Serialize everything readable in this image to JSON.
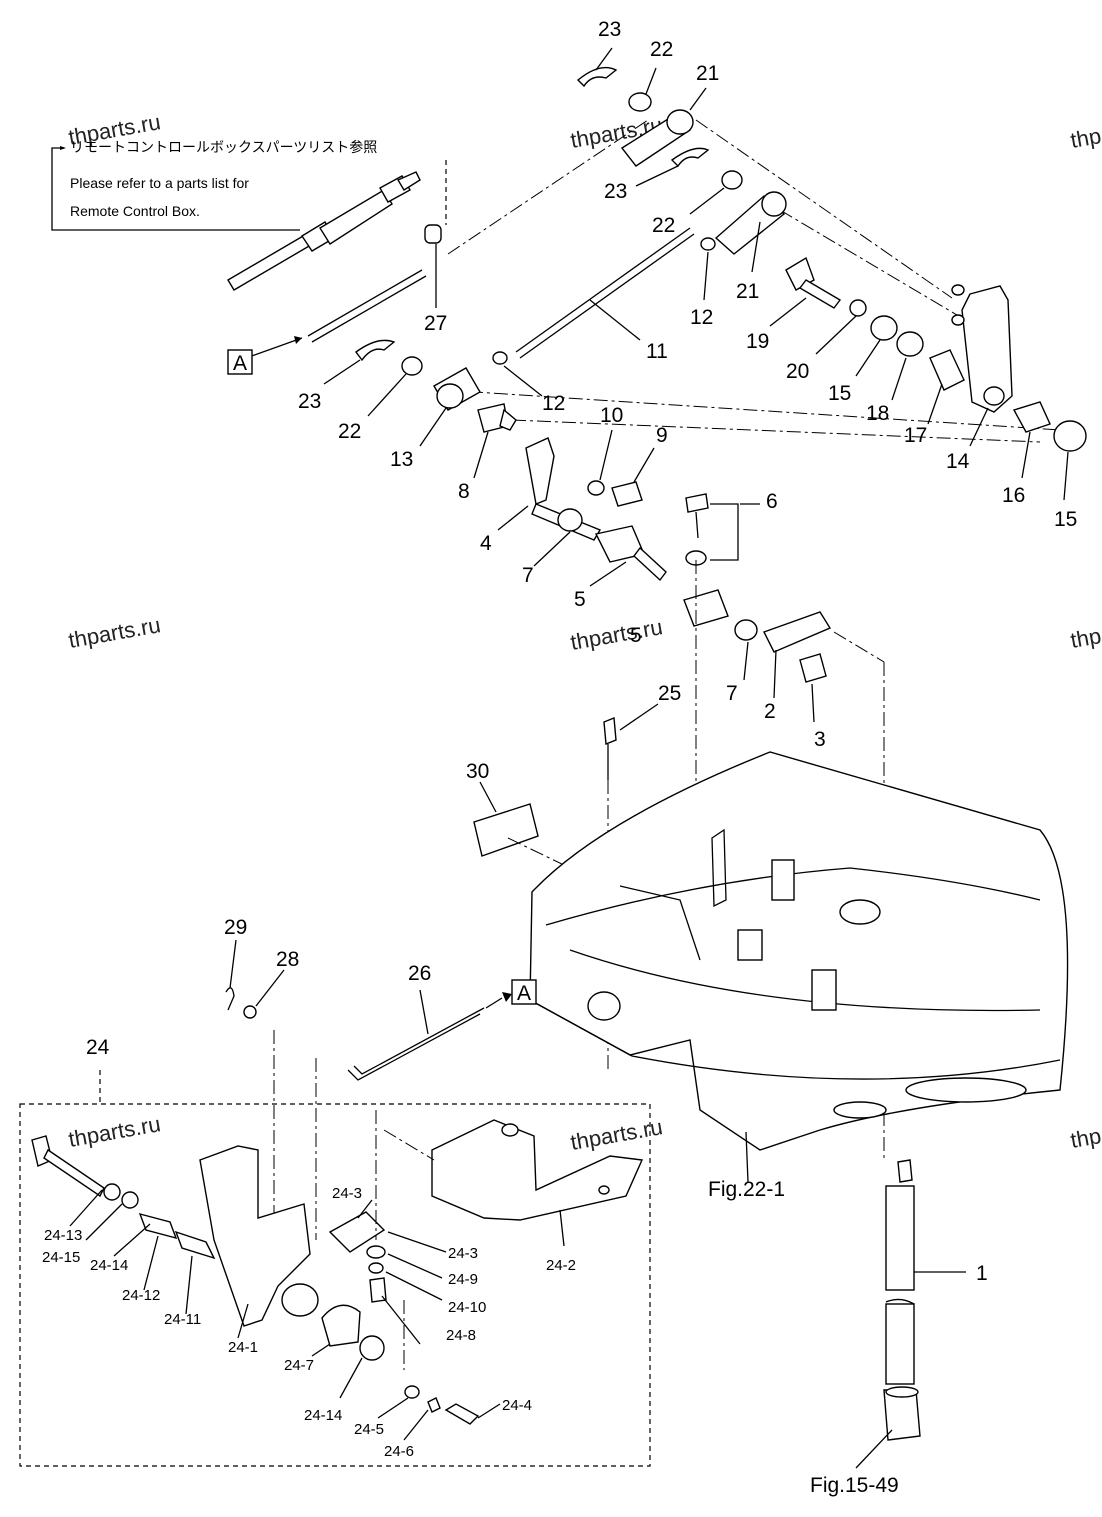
{
  "watermark": "thparts.ru",
  "note": {
    "japanese": "リモートコントロールボックスパーツリスト参照",
    "english_line1": "Please refer to a parts list for",
    "english_line2": "Remote Control Box."
  },
  "ref_markers": {
    "a1": "A",
    "a2": "A"
  },
  "fig_refs": {
    "fig22": "Fig.22-1",
    "fig15": "Fig.15-49"
  },
  "labels": {
    "p1": "1",
    "p2": "2",
    "p3": "3",
    "p4": "4",
    "p5a": "5",
    "p5b": "5",
    "p6": "6",
    "p7a": "7",
    "p7b": "7",
    "p8": "8",
    "p9": "9",
    "p10": "10",
    "p11": "11",
    "p12a": "12",
    "p12b": "12",
    "p13": "13",
    "p14": "14",
    "p15a": "15",
    "p15b": "15",
    "p16": "16",
    "p17": "17",
    "p18": "18",
    "p19": "19",
    "p20": "20",
    "p21a": "21",
    "p21b": "21",
    "p22a": "22",
    "p22b": "22",
    "p22c": "22",
    "p23a": "23",
    "p23b": "23",
    "p23c": "23",
    "p24": "24",
    "p25": "25",
    "p26": "26",
    "p27": "27",
    "p28": "28",
    "p29": "29",
    "p30": "30"
  },
  "sub_labels": {
    "s1": "24-1",
    "s2": "24-2",
    "s3a": "24-3",
    "s3b": "24-3",
    "s4": "24-4",
    "s5": "24-5",
    "s6": "24-6",
    "s7": "24-7",
    "s8": "24-8",
    "s9": "24-9",
    "s10": "24-10",
    "s11": "24-11",
    "s12": "24-12",
    "s13": "24-13",
    "s14a": "24-14",
    "s14b": "24-14",
    "s15": "24-15"
  }
}
